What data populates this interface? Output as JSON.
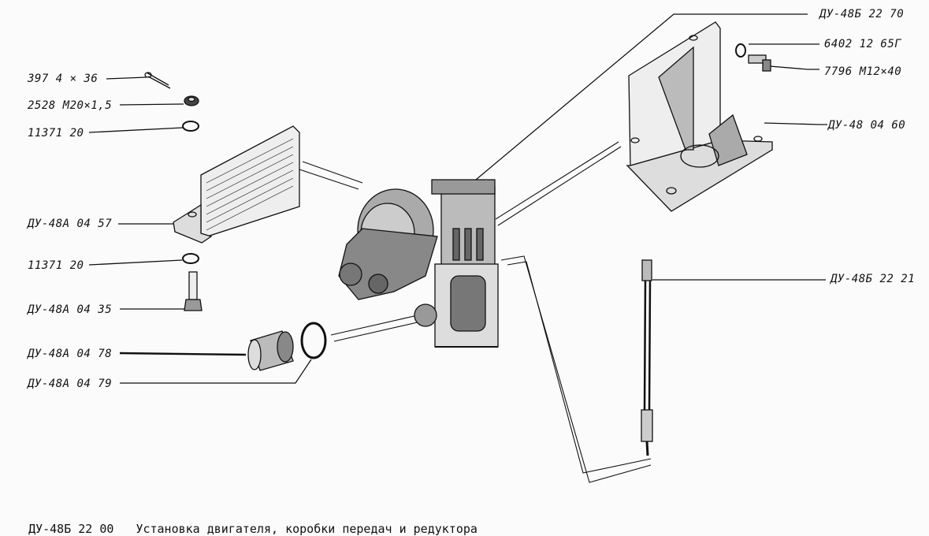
{
  "callouts": {
    "pin": "397 4 × 36",
    "nut": "2528 M20×1,5",
    "washer_top": "11371 20",
    "plate": "ДУ-48А 04 57",
    "washer_bottom": "11371 20",
    "bolt": "ДУ-48А 04 35",
    "bushing": "ДУ-48А 04 78",
    "ring": "ДУ-48А 04 79",
    "gearbox": "ДУ-48Б 22 70",
    "lock_washer": "6402 12 65Г",
    "bracket_bolt": "7796 M12×40",
    "bracket": "ДУ-48 04 60",
    "rod": "ДУ-48Б 22 21"
  },
  "caption": {
    "code": "ДУ-48Б 22 00",
    "title": "Установка двигателя, коробки передач и редуктора"
  },
  "colors": {
    "ink": "#111111",
    "paper": "#fbfbfb",
    "shade": "#555555"
  }
}
